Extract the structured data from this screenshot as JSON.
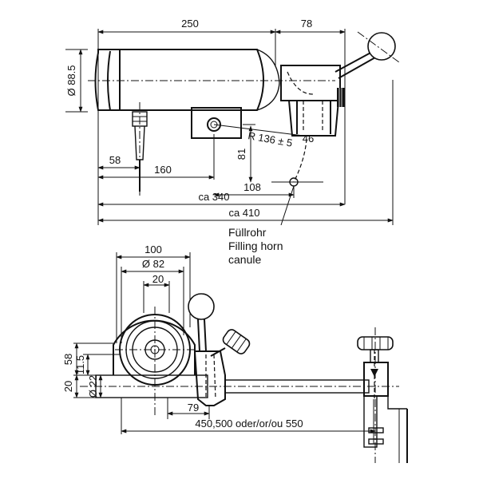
{
  "top_view": {
    "dims": {
      "d250": "250",
      "d78": "78",
      "d88_5": "Ø 88.5",
      "d58": "58",
      "d160": "160",
      "d81": "81",
      "r136": "R 136 ± 5",
      "d46": "46",
      "d108": "108",
      "d340": "ca 340",
      "d410": "ca 410"
    },
    "callout": {
      "line1": "Füllrohr",
      "line2": "Filling horn",
      "line3": "canule"
    }
  },
  "side_view": {
    "dims": {
      "d100": "100",
      "d82": "Ø 82",
      "d20": "20",
      "d58": "58",
      "d11_5": "11.5",
      "d22": "Ø 22",
      "d20v": "20",
      "d79": "79",
      "d450": "450,500 oder/or/ou 550"
    }
  }
}
